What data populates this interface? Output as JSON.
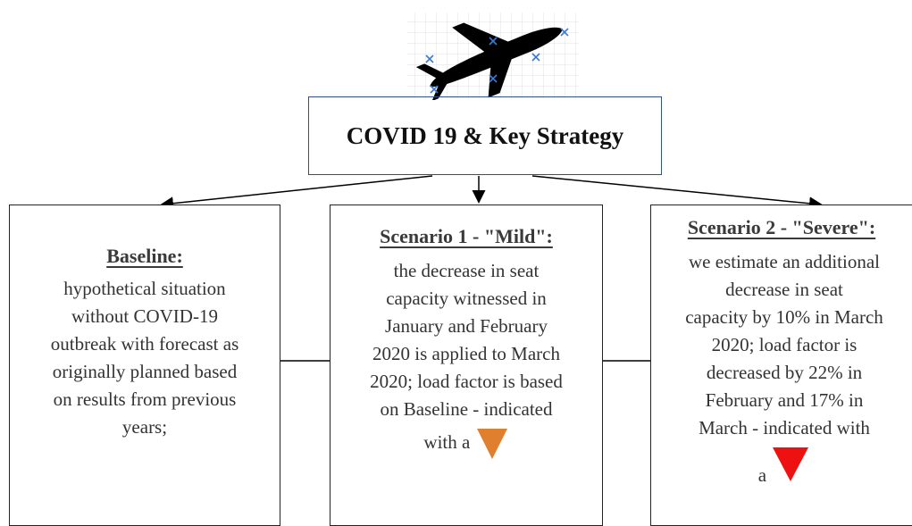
{
  "title": "COVID 19 & Key Strategy",
  "colors": {
    "mild_marker": "#e07f2e",
    "severe_marker": "#ee1111",
    "title_border": "#2f4f8f"
  },
  "icons": {
    "plane": "airplane-icon"
  },
  "boxes": {
    "baseline": {
      "heading": "Baseline:",
      "lines": [
        "hypothetical situation",
        "without COVID-19",
        "outbreak with forecast as",
        "originally planned based",
        "on results from previous",
        "years;"
      ]
    },
    "mild": {
      "heading": "Scenario 1 - \"Mild\":",
      "lines": [
        "the decrease in seat",
        "capacity witnessed in",
        "January and February",
        "2020 is applied to March",
        "2020; load factor is based",
        "on Baseline - indicated"
      ],
      "tail": "with a"
    },
    "severe": {
      "heading": "Scenario 2 - \"Severe\":",
      "lines": [
        "we estimate an additional",
        "decrease in seat",
        "capacity by 10% in March",
        "2020; load factor is",
        "decreased by 22% in",
        "February and 17% in",
        "March - indicated with"
      ],
      "tail": "a"
    }
  }
}
